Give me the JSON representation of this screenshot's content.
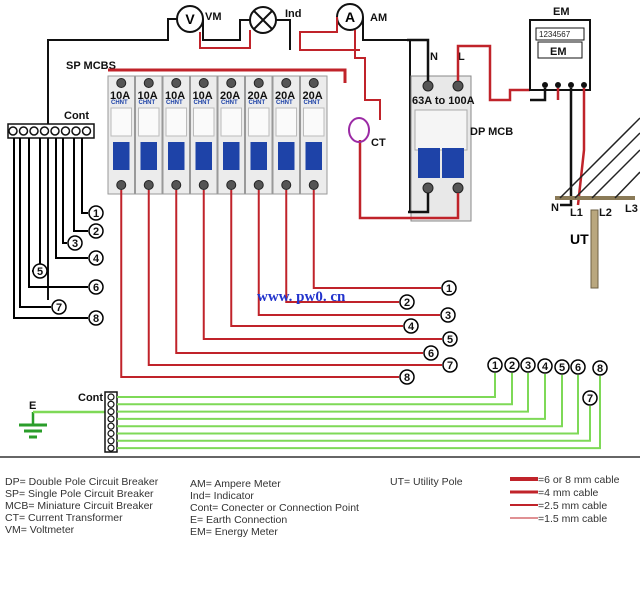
{
  "meters": {
    "voltmeter": {
      "symbol": "V",
      "label": "VM"
    },
    "indicator": {
      "label": "Ind"
    },
    "ammeter": {
      "symbol": "A",
      "label": "AM"
    }
  },
  "energy_meter": {
    "label": "EM",
    "display": "1234567",
    "face_label": "EM"
  },
  "ct_label": "CT",
  "sp_mcbs_label": "SP MCBS",
  "cont_top_label": "Cont",
  "cont_bottom_label": "Cont",
  "earth_label": "E",
  "dp_mcb": {
    "rating": "63A to 100A",
    "label": "DP MCB",
    "n_label": "N",
    "l_label": "L"
  },
  "breakers": [
    {
      "rating": "10A"
    },
    {
      "rating": "10A"
    },
    {
      "rating": "10A"
    },
    {
      "rating": "10A"
    },
    {
      "rating": "20A"
    },
    {
      "rating": "20A"
    },
    {
      "rating": "20A"
    },
    {
      "rating": "20A"
    }
  ],
  "breaker_brand": "CHNT",
  "utility": {
    "n": "N",
    "l1": "L1",
    "l2": "L2",
    "l3": "L3",
    "label": "UT"
  },
  "neutral_circuit_numbers": [
    "1",
    "2",
    "3",
    "4",
    "5",
    "6",
    "7",
    "8"
  ],
  "phase_circuit_numbers": [
    "1",
    "2",
    "3",
    "4",
    "5",
    "6",
    "7",
    "8"
  ],
  "earth_circuit_numbers": [
    "1",
    "2",
    "3",
    "4",
    "5",
    "6",
    "7",
    "8"
  ],
  "watermark": "www. pw0. cn",
  "legend_left": [
    "DP= Double Pole Circuit Breaker",
    "SP= Single Pole Circuit Breaker",
    "MCB= Miniature Circuit Breaker",
    "CT= Current Transformer",
    "VM= Voltmeter"
  ],
  "legend_mid": [
    "AM= Ampere Meter",
    "Ind= Indicator",
    "Cont= Conecter or Connection Point",
    "E= Earth Connection",
    "EM= Energy Meter"
  ],
  "legend_right": [
    "UT= Utility Pole"
  ],
  "cable_legend": [
    "=6 or 8 mm cable",
    "=4 mm cable",
    "=2.5 mm cable",
    "=1.5 mm cable"
  ],
  "colors": {
    "phase": "#c0232a",
    "neutral": "#000000",
    "earth": "#7ed957",
    "watermark": "#2233cc"
  }
}
